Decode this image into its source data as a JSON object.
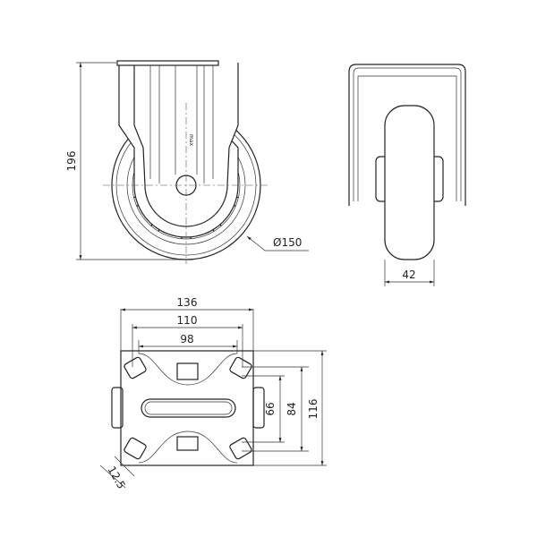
{
  "drawing": {
    "front_view": {
      "height_label": "196",
      "diameter_label": "Ø150",
      "rotation_mark": "max"
    },
    "side_view": {
      "width_label": "42"
    },
    "top_plate_view": {
      "width_outer_label": "136",
      "hole_spacing_x_label": "110",
      "inner_spacing_x_label": "98",
      "inner_spacing_y_label": "66",
      "hole_spacing_y_label": "84",
      "height_outer_label": "116",
      "slot_label": "12.5"
    }
  }
}
